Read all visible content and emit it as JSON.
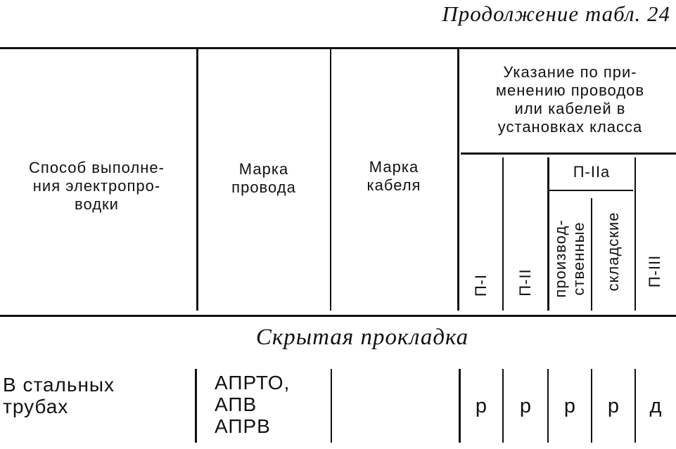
{
  "continuation": "Продолжение табл. 24",
  "headers": {
    "method": "Способ выполне-\nния электропро-\nводки",
    "wire": "Марка\nпровода",
    "cable": "Марка\nкабеля",
    "usage": "Указание по при-\nменению проводов\nили кабелей в\nустановках класса",
    "class_p1": "П-I",
    "class_p2": "П-II",
    "class_p2a": "П-IIа",
    "class_p2a_prod": "производ-\nственные",
    "class_p2a_store": "складские",
    "class_p3": "П-III"
  },
  "section_title": "Скрытая прокладка",
  "rows": [
    {
      "method": "В стальных\nтрубах",
      "wire": "АПРТО,\nАПВ\nАПРВ",
      "cable": "",
      "marks": [
        "р",
        "р",
        "р",
        "р",
        "д"
      ]
    }
  ]
}
